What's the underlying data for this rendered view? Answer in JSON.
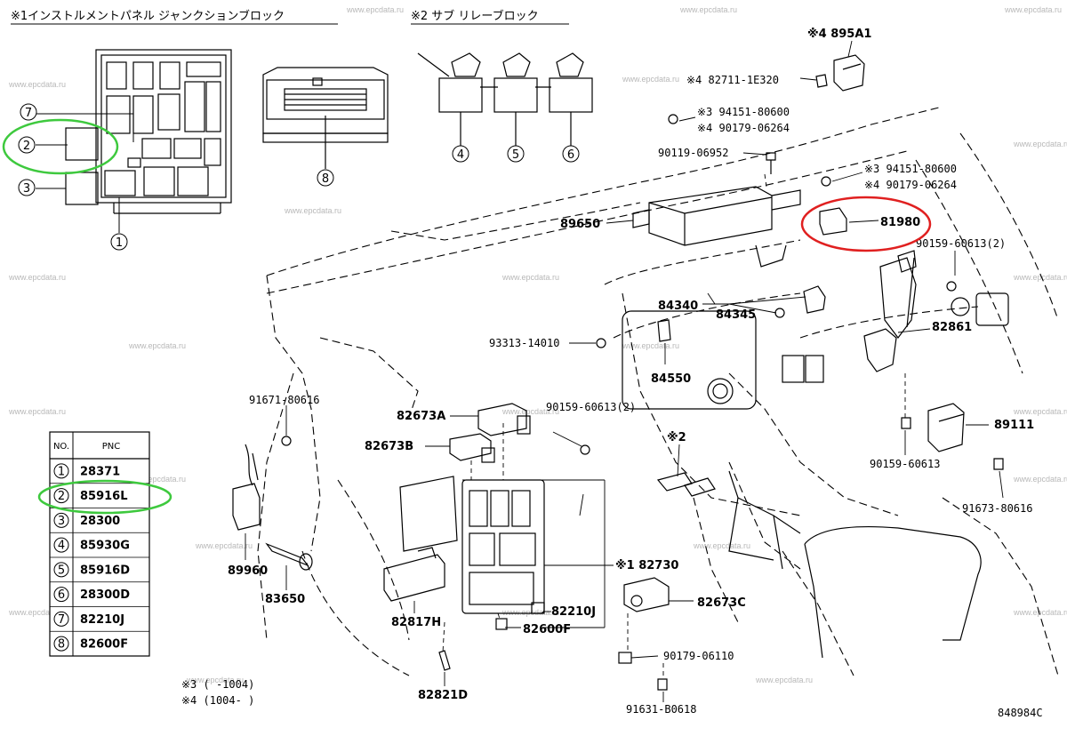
{
  "headers": {
    "h1": "※1インストルメントパネル ジャンクションブロック",
    "h2": "※2 サブ リレーブロック"
  },
  "watermark": "www.epcdata.ru",
  "drawing_id": "848984C",
  "callouts": [
    "1",
    "2",
    "3",
    "4",
    "5",
    "6",
    "7",
    "8"
  ],
  "table": {
    "col_no": "NO.",
    "col_pnc": "PNC",
    "rows": [
      {
        "no": "1",
        "pnc": "28371"
      },
      {
        "no": "2",
        "pnc": "85916L"
      },
      {
        "no": "3",
        "pnc": "28300"
      },
      {
        "no": "4",
        "pnc": "85930G"
      },
      {
        "no": "5",
        "pnc": "85916D"
      },
      {
        "no": "6",
        "pnc": "28300D"
      },
      {
        "no": "7",
        "pnc": "82210J"
      },
      {
        "no": "8",
        "pnc": "82600F"
      }
    ]
  },
  "labels": {
    "p895A1": "※4 895A1",
    "p82711": "※4 82711-1E320",
    "p94151a": "※3 94151-80600",
    "p90179a": "※4 90179-06264",
    "p90119": "90119-06952",
    "p94151b": "※3 94151-80600",
    "p90179b": "※4 90179-06264",
    "p89650": "89650",
    "p81980": "81980",
    "p90159a": "90159-60613(2)",
    "p84340": "84340",
    "p84345": "84345",
    "p82861": "82861",
    "p93313": "93313-14010",
    "p84550": "84550",
    "p91671": "91671-80616",
    "p82673A": "82673A",
    "p90159b": "90159-60613(2)",
    "p82673B": "82673B",
    "p2mark": "※2",
    "p89111": "89111",
    "p90159c": "90159-60613",
    "p91673": "91673-80616",
    "p82730": "※1 82730",
    "p89960": "89960",
    "p83650": "83650",
    "p82817H": "82817H",
    "p82210J": "82210J",
    "p82600F": "82600F",
    "p82673C": "82673C",
    "p90179c": "90179-06110",
    "p82821D": "82821D",
    "p91631": "91631-B0618",
    "note3": "※3 (        -1004)",
    "note4": "※4 (1004-        )"
  },
  "colors": {
    "line": "#000000",
    "highlight_green": "#3ec93e",
    "highlight_red": "#e02020",
    "watermark": "#b8b8b8"
  }
}
